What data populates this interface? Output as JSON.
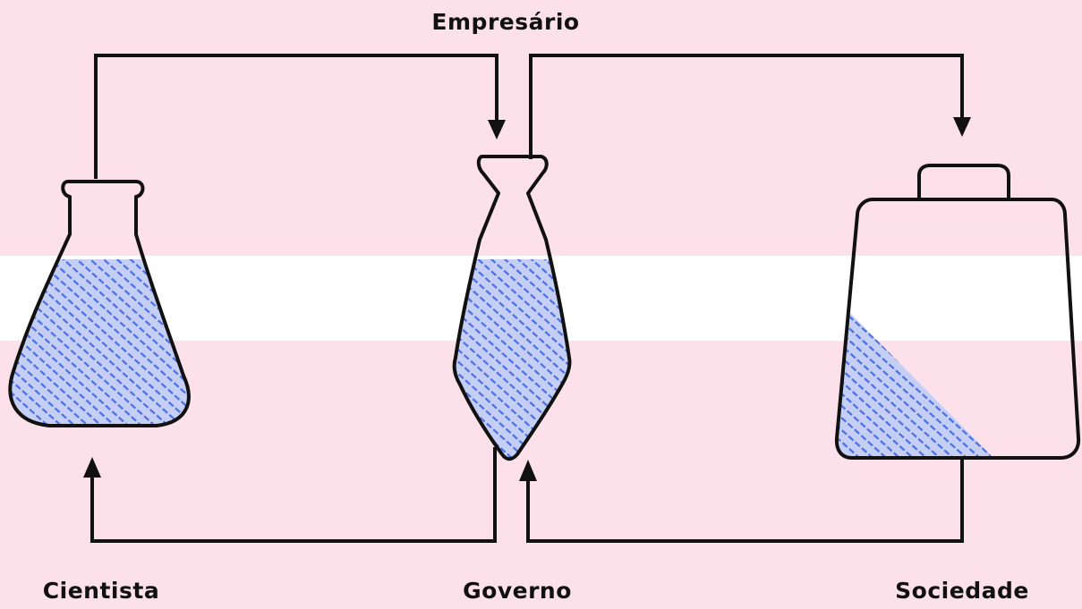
{
  "labels": {
    "top": "Empresário",
    "cientista": "Cientista",
    "governo": "Governo",
    "sociedade": "Sociedade"
  },
  "colors": {
    "background": "#fde1ea",
    "band": "#ffffff",
    "outline": "#111111",
    "fill_hatch": "#4a6ee6",
    "fill_base": "#c5cff5"
  },
  "icons": [
    "flask-icon",
    "necktie-icon",
    "weight-icon"
  ],
  "arrows": [
    {
      "from": "Cientista",
      "to": "Governo"
    },
    {
      "from": "Governo",
      "to": "Sociedade"
    },
    {
      "from": "Sociedade",
      "to": "Governo"
    },
    {
      "from": "Governo",
      "to": "Cientista"
    }
  ]
}
